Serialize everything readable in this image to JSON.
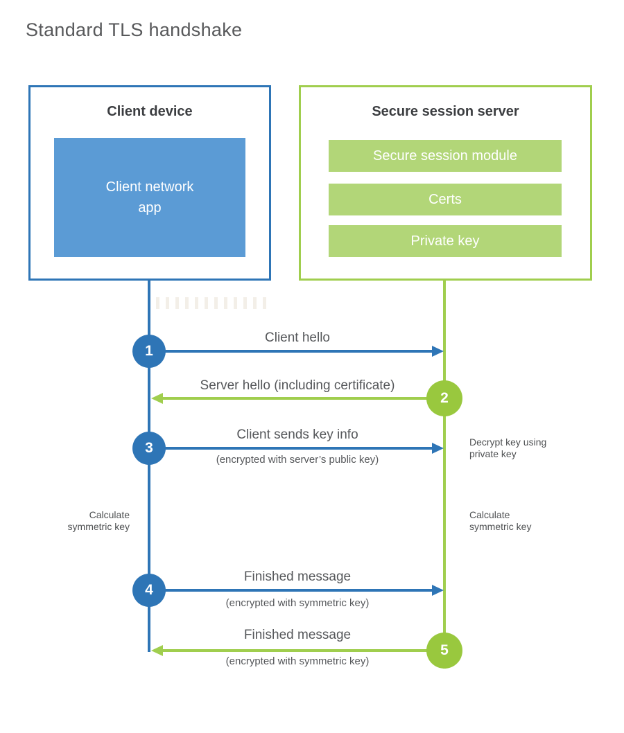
{
  "title": "Standard TLS handshake",
  "colors": {
    "client_blue": "#2e75b6",
    "client_app_fill": "#5b9bd5",
    "server_green": "#a0ce4e",
    "server_bar_fill": "#b2d678",
    "server_circle_green": "#99c83e",
    "label_gray": "#55575a"
  },
  "client": {
    "title": "Client device",
    "app_lines": [
      "Client network",
      "app"
    ]
  },
  "server": {
    "title": "Secure session server",
    "modules": [
      "Secure session module",
      "Certs",
      "Private key"
    ]
  },
  "steps": [
    {
      "number": "1",
      "label": "Client hello",
      "direction": "client-to-server"
    },
    {
      "number": "2",
      "label": "Server hello (including certificate)",
      "direction": "server-to-client"
    },
    {
      "number": "3",
      "label": "Client sends key info",
      "sublabel": "(encrypted with server’s public key)",
      "direction": "client-to-server"
    },
    {
      "number": "4",
      "label": "Finished message",
      "sublabel": "(encrypted with symmetric key)",
      "direction": "client-to-server"
    },
    {
      "number": "5",
      "label": "Finished message",
      "sublabel": "(encrypted with symmetric key)",
      "direction": "server-to-client"
    }
  ],
  "notes": {
    "decrypt": [
      "Decrypt key using",
      "private key"
    ],
    "calc_client": [
      "Calculate",
      "symmetric key"
    ],
    "calc_server": [
      "Calculate",
      "symmetric key"
    ]
  }
}
